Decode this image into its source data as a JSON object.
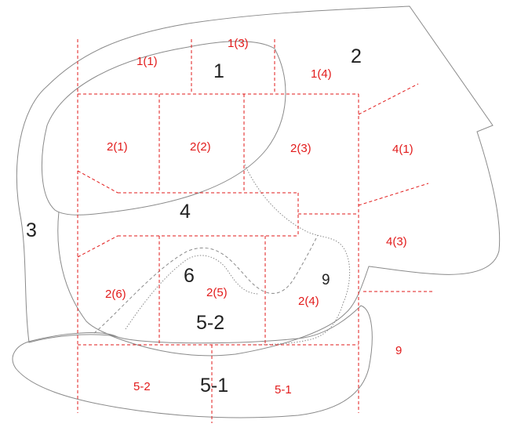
{
  "regions_black": {
    "r1": "1",
    "r2": "2",
    "r3": "3",
    "r4": "4",
    "r6": "6",
    "r9": "9",
    "r5_2": "5-2",
    "r5_1": "5-1"
  },
  "regions_red": {
    "r1_1": "1(1)",
    "r1_3": "1(3)",
    "r1_4": "1(4)",
    "r2_1": "2(1)",
    "r2_2": "2(2)",
    "r2_3": "2(3)",
    "r4_1": "4(1)",
    "r4_3": "4(3)",
    "r2_6": "2(6)",
    "r2_5": "2(5)",
    "r2_4": "2(4)",
    "r9": "9",
    "r5_2": "5-2",
    "r5_1": "5-1"
  },
  "colors": {
    "grid": "#e21b1b",
    "outline": "#8a8a8a",
    "label": "#222222"
  }
}
